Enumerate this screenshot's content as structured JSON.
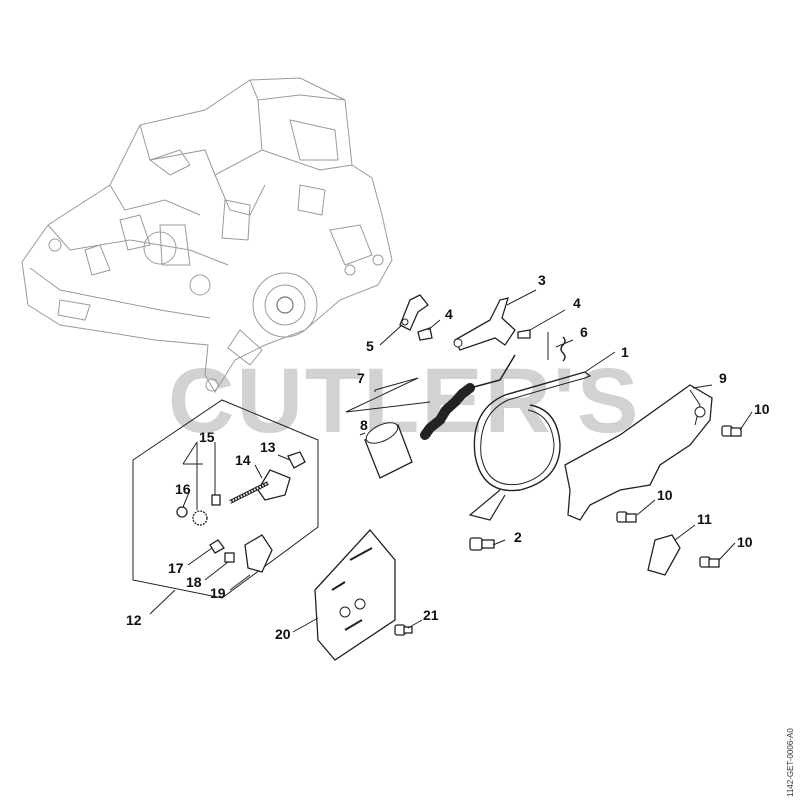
{
  "watermark": "CUTLER'S",
  "drawing_code": "1142-GET-0006-A0",
  "callouts": [
    {
      "id": "c1",
      "label": "1"
    },
    {
      "id": "c2",
      "label": "2"
    },
    {
      "id": "c3",
      "label": "3"
    },
    {
      "id": "c4a",
      "label": "4"
    },
    {
      "id": "c4b",
      "label": "4"
    },
    {
      "id": "c5",
      "label": "5"
    },
    {
      "id": "c6",
      "label": "6"
    },
    {
      "id": "c7",
      "label": "7"
    },
    {
      "id": "c8",
      "label": "8"
    },
    {
      "id": "c9",
      "label": "9"
    },
    {
      "id": "c10a",
      "label": "10"
    },
    {
      "id": "c10b",
      "label": "10"
    },
    {
      "id": "c10c",
      "label": "10"
    },
    {
      "id": "c11",
      "label": "11"
    },
    {
      "id": "c12",
      "label": "12"
    },
    {
      "id": "c13",
      "label": "13"
    },
    {
      "id": "c14",
      "label": "14"
    },
    {
      "id": "c15",
      "label": "15"
    },
    {
      "id": "c16",
      "label": "16"
    },
    {
      "id": "c17",
      "label": "17"
    },
    {
      "id": "c18",
      "label": "18"
    },
    {
      "id": "c19",
      "label": "19"
    },
    {
      "id": "c20",
      "label": "20"
    },
    {
      "id": "c21",
      "label": "21"
    }
  ]
}
